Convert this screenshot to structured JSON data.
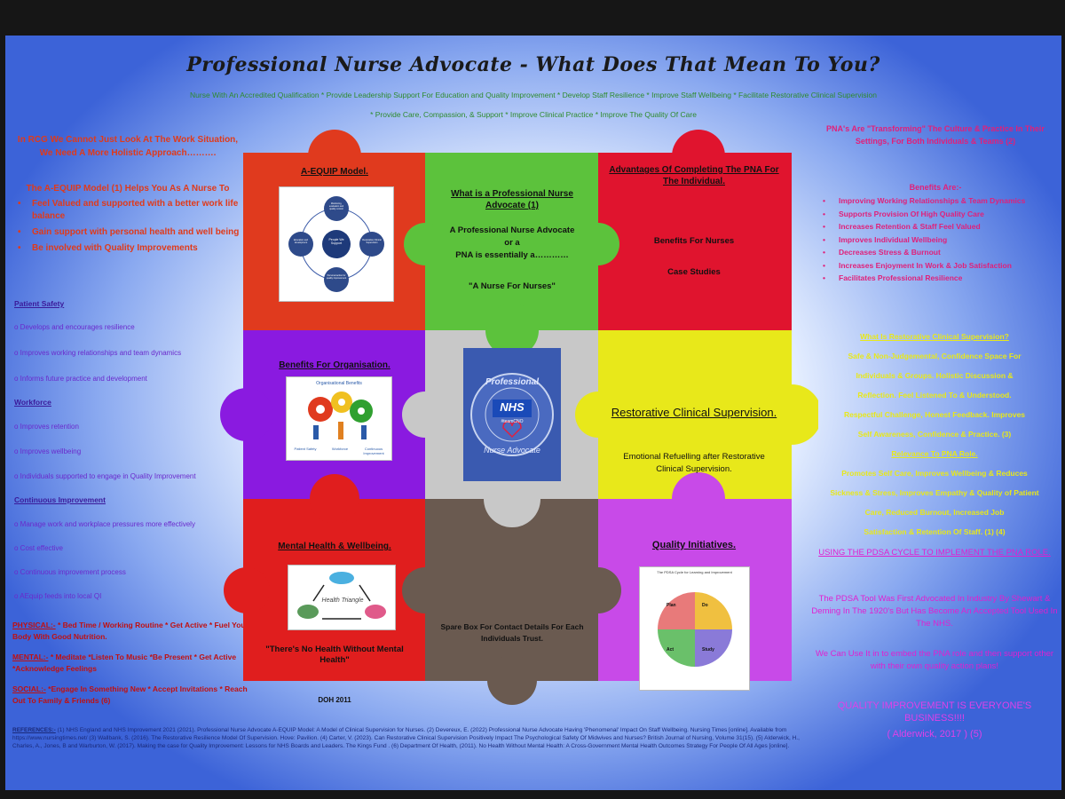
{
  "poster": {
    "title": "Professional Nurse Advocate  -  What Does That Mean To You?",
    "tagline1": "Nurse With An Accredited Qualification  *  Provide Leadership Support For Education and Quality Improvement  *  Develop Staff Resilience  *  Improve Staff Wellbeing  *  Facilitate Restorative Clinical Supervision",
    "tagline2": "*  Provide Care, Compassion, & Support  *  Improve Clinical Practice  *  Improve The Quality Of Care",
    "left": {
      "intro": "In RCG We Cannot Just Look At The Work Situation, We Need A More Holistic Approach……….",
      "model_line": "The A-EQUIP Model (1) Helps You As A Nurse To",
      "bullets": [
        "Feel Valued and supported with a better work life balance",
        "Gain support with personal health and well being",
        "Be involved with Quality Improvements"
      ],
      "sections": [
        {
          "heading": "Patient Safety",
          "items": [
            "o Develops and encourages resilience",
            "o Improves working relationships and team dynamics",
            "o Informs future practice and development"
          ]
        },
        {
          "heading": "Workforce",
          "items": [
            "o Improves retention",
            "o Improves wellbeing",
            "o Individuals supported to engage in Quality Improvement"
          ]
        },
        {
          "heading": "Continuous Improvement",
          "items": [
            "o Manage work and workplace pressures more effectively",
            "o Cost effective",
            "o Continuous improvement process",
            "o AEquip feeds into local QI"
          ]
        }
      ],
      "physical_label": "PHYSICAL:-",
      "physical_text": " * Bed Time / Working Routine  * Get Active  * Fuel Your Body With Good Nutrition.",
      "mental_label": "MENTAL:-",
      "mental_text": " * Meditate  *Listen To Music  *Be Present  * Get Active  *Acknowledge Feelings",
      "social_label": "SOCIAL:-",
      "social_text": "  *Engage In Something New  * Accept Invitations  *  Reach Out To Family & Friends (6)"
    },
    "references_label": "REFERENCES:-",
    "references": " (1) NHS England and NHS Improvement 2021 (2021). Professional Nurse Advocate A-EQUIP Model: A Model of Clinical Supervision for Nurses.  (2) Devereux, E. (2022) Professional Nurse Advocate Having 'Phenomenal' Impact On Staff Wellbeing. Nursing Times [online]. Available from https://www.nursingtimes.net/  (3) Wallbank, S. (2016). The Restorative Resilience Model Of Supervision. Hove: Pavilion. (4) Carter, V. (2023). Can Restorative Clinical Supervision Positively Impact The Psychological Safety Of Midwives and Nurses? British Journal of Nursing, Volume 31(15).  (5) Alderwick, H., Charles, A., Jones, B and Warburton, W. (2017). Making the case for Quality Improvement: Lessons for NHS Boards and Leaders. The Kings Fund .  (6) Department Of Health, (2011). No Health Without Mental Health: A Cross-Government Mental Health Outcomes Strategy For People Of All Ages [online].",
    "right": {
      "intro": "PNA's Are \"Transforming\" The Culture & Practice In Their Settings, For Both Individuals & Teams (2)",
      "benefits_heading": "Benefits Are:-",
      "benefits": [
        "Improving Working Relationships & Team Dynamics",
        "Supports Provision Of High Quality Care",
        "Increases Retention & Staff Feel Valued",
        "Improves Individual Wellbeing",
        "Decreases Stress & Burnout",
        "Increases Enjoyment In Work & Job Satisfaction",
        "Facilitates Professional  Resilience"
      ],
      "rcs_heading": "What Is Restorative Clinical Supervision?",
      "rcs_lines": [
        "Safe & Non-Judgemental, Confidence Space For",
        "Individuals & Groups.  Holistic Discussion &",
        "Reflection.  Feel Listened To & Understood.",
        "Respectful Challenge, Honest Feedback. Improves",
        "Self Awareness, Confidence & Practice. (3)"
      ],
      "relevance_heading": "Relevance To PNA Role.",
      "relevance_lines": [
        "Promotes Self Care, Improves Wellbeing & Reduces",
        "Sickness & Stress, Improves Empathy & Quality of Patient",
        "Care, Reduced Burnout, Increased Job",
        "Satisfaction & Retention Of Staff. (1) (4)"
      ],
      "pdsa_heading": "USING THE PDSA CYCLE TO IMPLEMENT THE PNA ROLE.",
      "pdsa_text1": "The PDSA Tool Was First Advocated In Industry By Shewart & Deming In The 1920's But Has Become An Accepted Tool Used In The NHS.",
      "pdsa_text2": "We Can Use It in to embed the PNA role and then support other with their own quality action plans!",
      "qi_banner": "QUALITY IMPROVEMENT IS EVERYONE'S BUSINESS!!!!",
      "qi_cite": "( Alderwick, 2017 ) (5)"
    },
    "puzzle": {
      "aequip_title": "A-EQUIP Model.",
      "aequip_center": "People We Support",
      "aequip_nodes": [
        "Restorative Clinical Supervision",
        "Monitoring, evaluation and quality control",
        "Personal action for quality improvement",
        "Education and development"
      ],
      "pna_title": "What is a Professional Nurse Advocate (1)",
      "pna_lines": [
        "A Professional Nurse Advocate",
        "or a",
        "PNA is essentially a…………"
      ],
      "pna_quote": "\"A Nurse For Nurses\"",
      "adv_title": "Advantages Of Completing The PNA For The Individual.",
      "adv_line1": "Benefits For Nurses",
      "adv_line2": "Case Studies",
      "org_title": "Benefits For Organisation.",
      "org_img_title": "Organisational Benefits",
      "org_labels": [
        "Patient Safety",
        "Workforce",
        "Continuous Improvement"
      ],
      "logo_top": "Professional",
      "logo_nhs": "NHS",
      "logo_sub": "#teamCNO",
      "logo_bottom": "Nurse Advocate",
      "rcs_title": "Restorative Clinical Supervision.",
      "rcs_text": "Emotional Refuelling after Restorative Clinical Supervision.",
      "mh_title": "Mental Health & Wellbeing.",
      "mh_img": "Health Triangle",
      "mh_quote": "\"There's No Health Without Mental Health\"",
      "mh_cite": "DOH 2011",
      "spare_text": "Spare Box For Contact Details For Each Individuals Trust.",
      "qi_title": "Quality Initiatives.",
      "qi_img_title": "The PDSA Cycle for Learning and Improvement",
      "pdsa_quadrants": [
        "Plan",
        "Do",
        "Study",
        "Act"
      ]
    }
  },
  "colors": {
    "red": "#e03a1e",
    "green": "#5cc23c",
    "crimson": "#e0142e",
    "purple": "#8a1ae0",
    "grey": "#c8c8c8",
    "yellow": "#e8e81a",
    "darkred": "#e01e1e",
    "brown": "#6a5a50",
    "violet": "#c84ae8"
  }
}
